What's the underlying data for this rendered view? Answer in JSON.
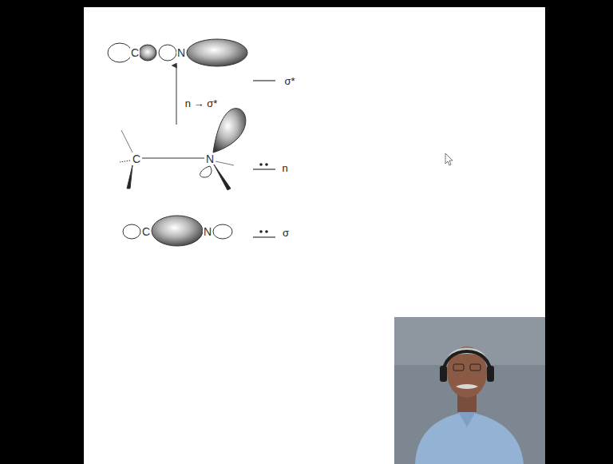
{
  "diagram": {
    "labels": [
      "C",
      "N",
      "σ*",
      "n → σ*",
      "C",
      "N",
      "n",
      "C",
      "N",
      "σ"
    ]
  }
}
